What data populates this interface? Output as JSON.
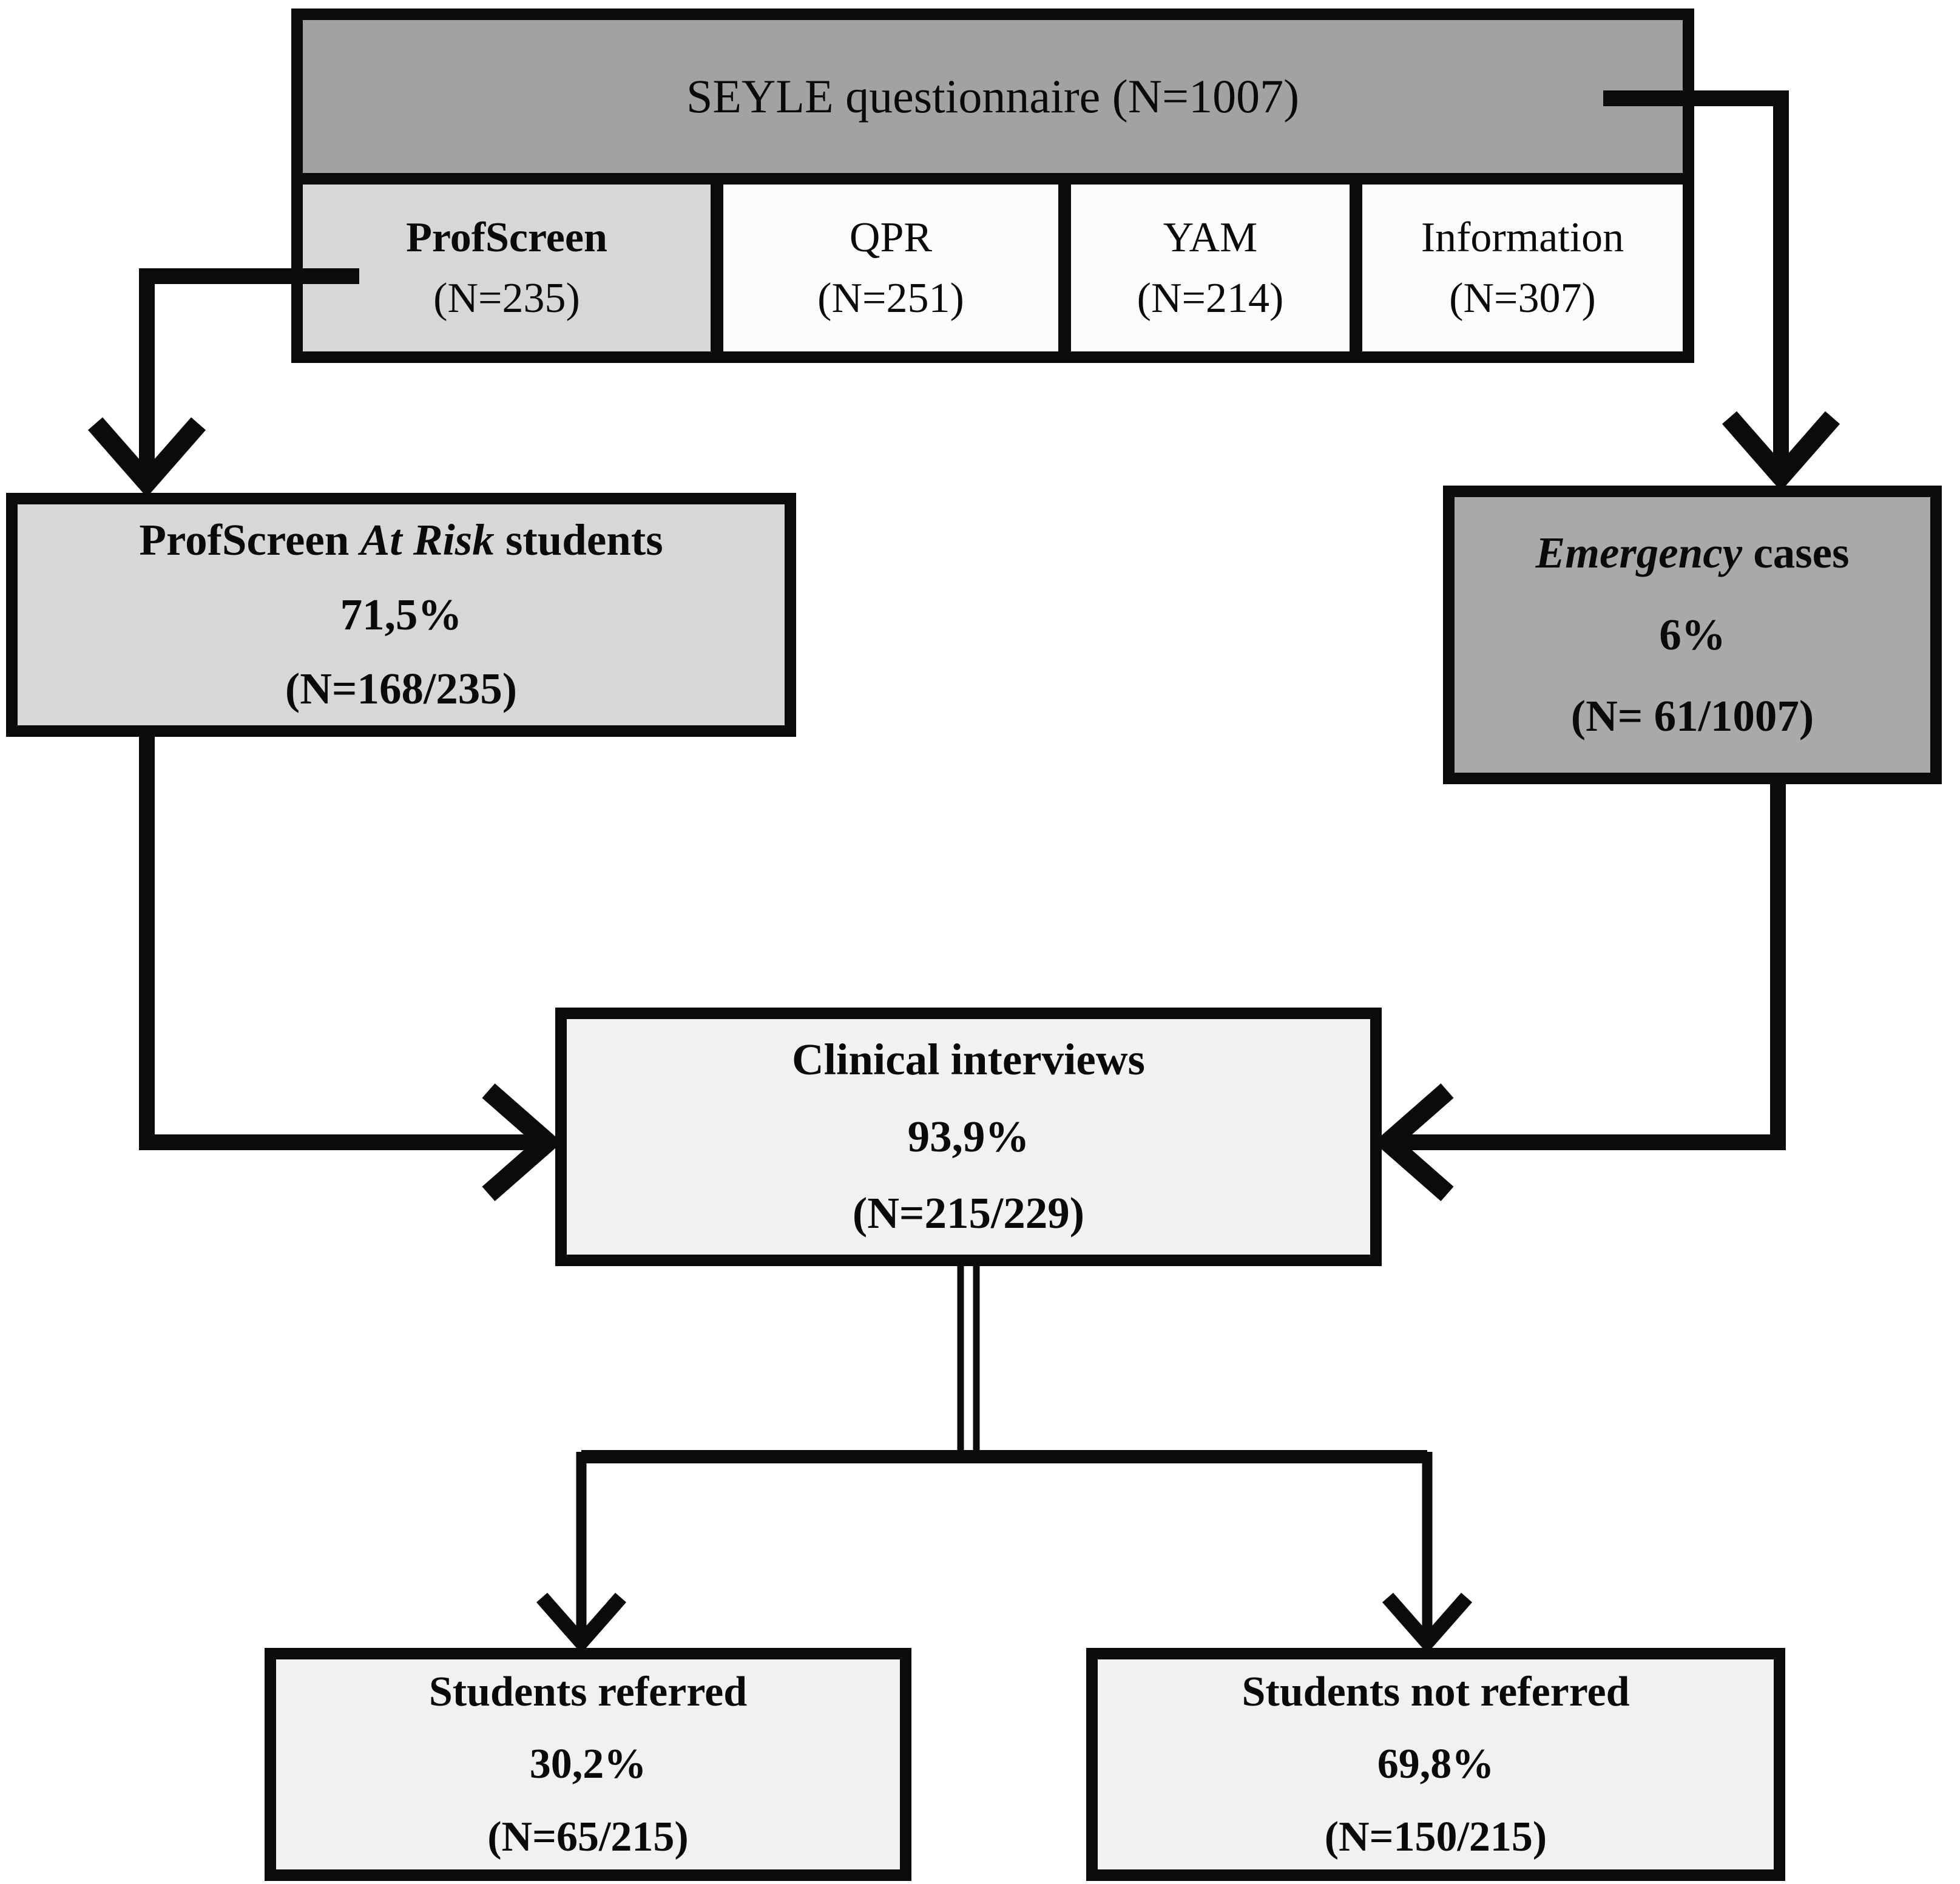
{
  "diagram": {
    "header_box": {
      "label": "SEYLE questionnaire (N=1007)"
    },
    "instruments": [
      {
        "name": "ProfScreen",
        "n": "(N=235)"
      },
      {
        "name": "QPR",
        "n": "(N=251)"
      },
      {
        "name": "YAM",
        "n": "(N=214)"
      },
      {
        "name": "Information",
        "n": "(N=307)"
      }
    ],
    "at_risk_box": {
      "title_pre": "ProfScreen ",
      "title_em": "At Risk",
      "title_post": " students",
      "percent": "71,5%",
      "n": "(N=168/235)"
    },
    "emergency_box": {
      "title_em": "Emergency",
      "title_post": " cases",
      "percent": "6%",
      "n": "(N= 61/1007)"
    },
    "clinical_box": {
      "title": "Clinical interviews",
      "percent": "93,9%",
      "n": "(N=215/229)"
    },
    "referred_box": {
      "title": "Students referred",
      "percent": "30,2%",
      "n": "(N=65/215)"
    },
    "not_referred_box": {
      "title": "Students not referred",
      "percent": "69,8%",
      "n": "(N=150/215)"
    },
    "colors": {
      "header_fill": "#a2a2a2",
      "emergency_fill": "#a9a9a9",
      "highlight_fill": "#d7d7d7",
      "light_fill": "#f1f1f1",
      "cell_fill": "#fcfcfc",
      "line": "#0b0b0b"
    }
  }
}
